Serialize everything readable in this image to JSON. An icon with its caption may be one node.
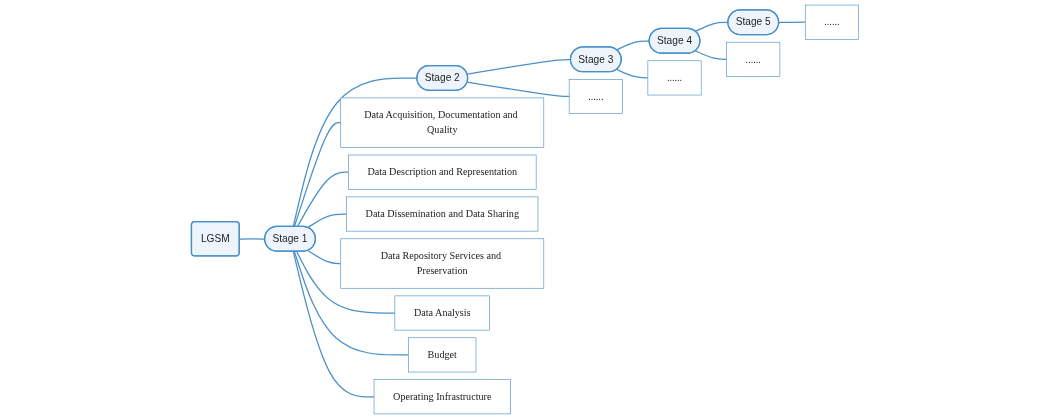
{
  "diagram": {
    "nodes": [
      {
        "text": [
          "LGSM"
        ]
      },
      {
        "text": [
          "Stage 1"
        ]
      },
      {
        "text": [
          "Stage 2"
        ]
      },
      {
        "text": [
          "Stage 3"
        ]
      },
      {
        "text": [
          "Stage 4"
        ]
      },
      {
        "text": [
          "Stage 5"
        ]
      },
      {
        "text": [
          "Data Acquisition, Documentation and Quality"
        ]
      },
      {
        "text": [
          "Data Description and Representation"
        ]
      },
      {
        "text": [
          "Data Dissemination and Data Sharing"
        ]
      },
      {
        "text": [
          "Data Repository Services and Preservation"
        ]
      },
      {
        "text": [
          "Data Analysis"
        ]
      },
      {
        "text": [
          "Budget"
        ]
      },
      {
        "text": [
          "Operating Infrastructure"
        ]
      },
      {
        "text": [
          "......"
        ]
      },
      {
        "text": [
          "......"
        ]
      },
      {
        "text": [
          "......"
        ]
      },
      {
        "text": [
          "......"
        ]
      }
    ],
    "edges": [
      {
        "from": 0,
        "to": 1,
        "arrow": "none"
      },
      {
        "from": 1,
        "to": 2,
        "arrow": "none"
      },
      {
        "from": 2,
        "to": 3,
        "arrow": "none"
      },
      {
        "from": 3,
        "to": 4,
        "arrow": "none"
      },
      {
        "from": 4,
        "to": 5,
        "arrow": "none"
      },
      {
        "from": 1,
        "to": 6,
        "arrow": "none"
      },
      {
        "from": 1,
        "to": 7,
        "arrow": "none"
      },
      {
        "from": 1,
        "to": 8,
        "arrow": "none"
      },
      {
        "from": 1,
        "to": 9,
        "arrow": "none"
      },
      {
        "from": 1,
        "to": 10,
        "arrow": "none"
      },
      {
        "from": 1,
        "to": 11,
        "arrow": "none"
      },
      {
        "from": 1,
        "to": 12,
        "arrow": "none"
      },
      {
        "from": 2,
        "to": 13,
        "arrow": "none"
      },
      {
        "from": 3,
        "to": 14,
        "arrow": "none"
      },
      {
        "from": 4,
        "to": 15,
        "arrow": "none"
      },
      {
        "from": 5,
        "to": 16,
        "arrow": "none"
      }
    ]
  }
}
